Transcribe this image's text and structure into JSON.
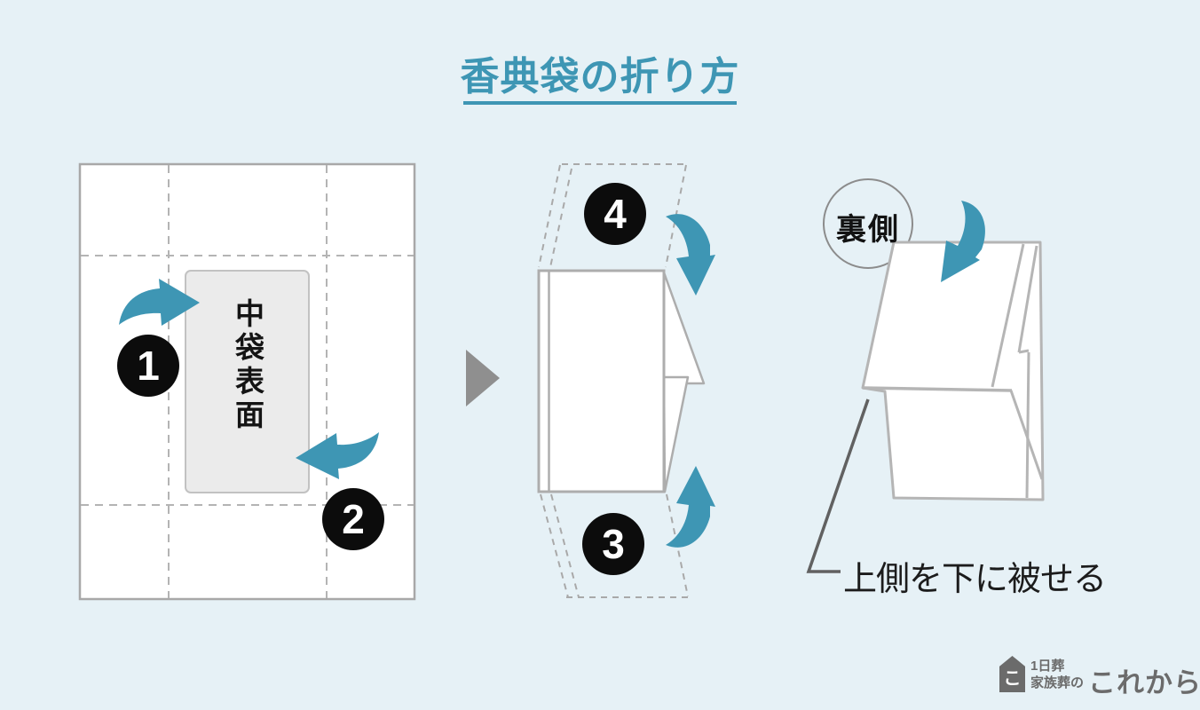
{
  "title": "香典袋の折り方",
  "panels": {
    "step12": {
      "label": "中袋表面",
      "step1": "1",
      "step2": "2"
    },
    "step34": {
      "step3": "3",
      "step4": "4"
    },
    "result": {
      "badge": "裏側",
      "caption": "上側を下に被せる"
    }
  },
  "logo": {
    "line1": "1日葬",
    "line2": "家族葬の",
    "brand": "これから",
    "glyph": "こ"
  },
  "colors": {
    "background": "#e6f1f6",
    "accent_teal": "#3e96b4",
    "paper_edge": "#aeaeae",
    "dashed_line": "#adadad",
    "step_circle": "#0c0c0c",
    "annotation_line": "#616161",
    "logo_gray": "#6b6b6b"
  }
}
